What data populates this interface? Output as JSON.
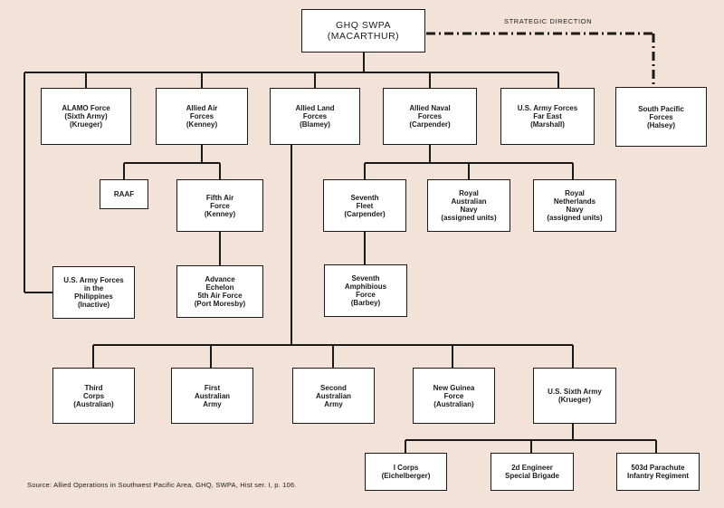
{
  "boxes": {
    "ghq": [
      "GHQ SWPA",
      "(MACARTHUR)"
    ],
    "alamo": [
      "ALAMO Force",
      "(Sixth Army)",
      "(Krueger)"
    ],
    "air": [
      "Allied Air",
      "Forces",
      "(Kenney)"
    ],
    "land": [
      "Allied Land",
      "Forces",
      "(Blamey)"
    ],
    "naval": [
      "Allied Naval",
      "Forces",
      "(Carpender)"
    ],
    "usaffe": [
      "U.S. Army Forces",
      "Far East",
      "(Marshall)"
    ],
    "spf": [
      "South Pacific",
      "Forces",
      "(Halsey)"
    ],
    "raaf": [
      "RAAF"
    ],
    "fifth": [
      "Fifth Air",
      "Force",
      "(Kenney)"
    ],
    "adv": [
      "Advance",
      "Echelon",
      "5th Air Force",
      "(Port Moresby)"
    ],
    "usafip": [
      "U.S. Army Forces",
      "in the",
      "Philippines",
      "(Inactive)"
    ],
    "seventh_fleet": [
      "Seventh",
      "Fleet",
      "(Carpender)"
    ],
    "ran": [
      "Royal",
      "Australian",
      "Navy",
      "(assigned units)"
    ],
    "rnn": [
      "Royal",
      "Netherlands",
      "Navy",
      "(assigned units)"
    ],
    "amphib": [
      "Seventh",
      "Amphibious",
      "Force",
      "(Barbey)"
    ],
    "third": [
      "Third",
      "Corps",
      "(Australian)"
    ],
    "first_aus": [
      "First",
      "Australian",
      "Army"
    ],
    "second_aus": [
      "Second",
      "Australian",
      "Army"
    ],
    "ngf": [
      "New Guinea",
      "Force",
      "(Australian)"
    ],
    "sixth": [
      "U.S. Sixth Army",
      "(Krueger)"
    ],
    "icorps": [
      "I Corps",
      "(Eichelberger)"
    ],
    "eng": [
      "2d Engineer",
      "Special Brigade"
    ],
    "para": [
      "503d Parachute",
      "Infantry Regiment"
    ]
  },
  "strategic_direction_label": "STRATEGIC DIRECTION",
  "source_text": "Source: Allied Operations in Southwest Pacific Area, GHQ, SWPA, Hist ser. I, p. 106."
}
